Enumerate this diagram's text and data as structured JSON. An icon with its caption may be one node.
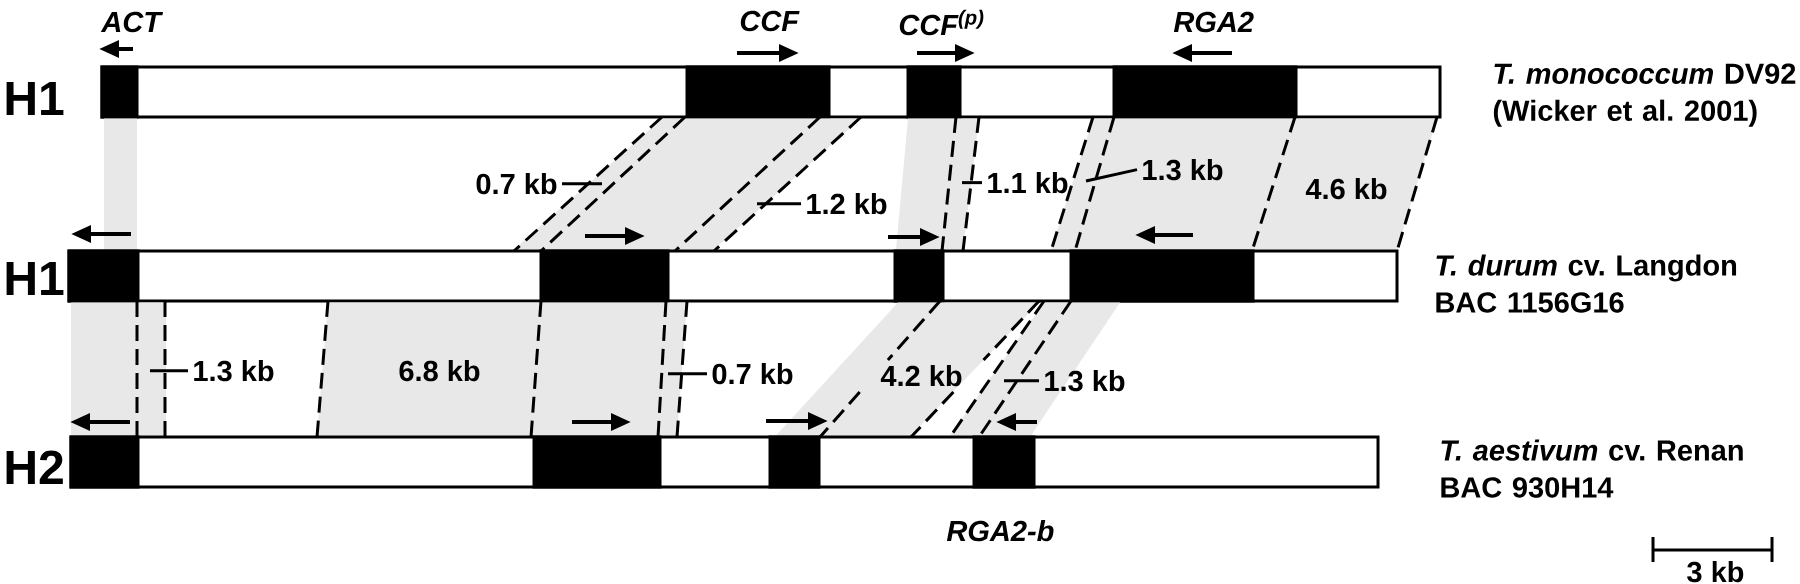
{
  "diagram": {
    "nodes": [
      {
        "text": [
          "H1",
          "*T. monococcum* DV92 (Wicker et al. 2001)"
        ]
      },
      {
        "text": [],
        "shape": "box",
        "in": 0,
        "beside": [
          "ACT"
        ]
      },
      {
        "text": [],
        "shape": "box",
        "in": 0,
        "beside": [
          "CCF"
        ]
      },
      {
        "text": [],
        "shape": "box",
        "in": 0,
        "beside": [
          "CCF$^{(p)}$"
        ]
      },
      {
        "text": [],
        "shape": "box",
        "in": 0,
        "beside": [
          "RGA2"
        ]
      },
      {
        "text": [],
        "shape": "band"
      },
      {
        "text": [],
        "shape": "band"
      },
      {
        "text": [],
        "shape": "band"
      },
      {
        "text": [
          "4.6 kb"
        ]
      },
      {
        "text": [
          "0.7 kb"
        ]
      },
      {
        "text": [
          "1.2 kb"
        ]
      },
      {
        "text": [
          "1.1 kb"
        ]
      },
      {
        "text": [
          "1.3 kb"
        ],
        "in": 8
      },
      {
        "text": [
          "H1",
          "*T. durum* cv. Langdon BAC 1156G16"
        ]
      },
      {
        "text": [],
        "shape": "box",
        "in": 13
      },
      {
        "text": [],
        "shape": "box",
        "in": 13
      },
      {
        "text": [],
        "shape": "box",
        "in": 13
      },
      {
        "text": [],
        "shape": "box",
        "in": 13
      },
      {
        "text": [],
        "shape": "band"
      },
      {
        "text": [
          "6.8 kb"
        ]
      },
      {
        "text": [
          "4.2 kb"
        ]
      },
      {
        "text": [],
        "shape": "band"
      },
      {
        "text": [
          "1.3 kb"
        ]
      },
      {
        "text": [
          "0.7 kb"
        ]
      },
      {
        "text": [
          "1.3 kb"
        ]
      },
      {
        "text": [
          "H2",
          "*T. aestivum* cv. Renan BAC 930H14"
        ]
      },
      {
        "text": [],
        "shape": "box",
        "in": 25
      },
      {
        "text": [],
        "shape": "box",
        "in": 25
      },
      {
        "text": [],
        "shape": "box",
        "in": 25
      },
      {
        "text": [],
        "shape": "box",
        "in": 25,
        "beside": [
          "RGA2-b"
        ]
      }
    ],
    "edges": [
      {
        "from": 9,
        "to": 6,
        "arrow": "none"
      },
      {
        "from": 10,
        "to": 6,
        "arrow": "none"
      },
      {
        "from": 11,
        "to": 7,
        "arrow": "none"
      },
      {
        "from": 12,
        "to": 8,
        "arrow": "none"
      },
      {
        "from": 22,
        "to": 18,
        "arrow": "none"
      },
      {
        "from": 23,
        "to": 19,
        "arrow": "none"
      },
      {
        "from": 24,
        "to": 21,
        "arrow": "none"
      }
    ],
    "labels": [
      "3 kb"
    ]
  }
}
